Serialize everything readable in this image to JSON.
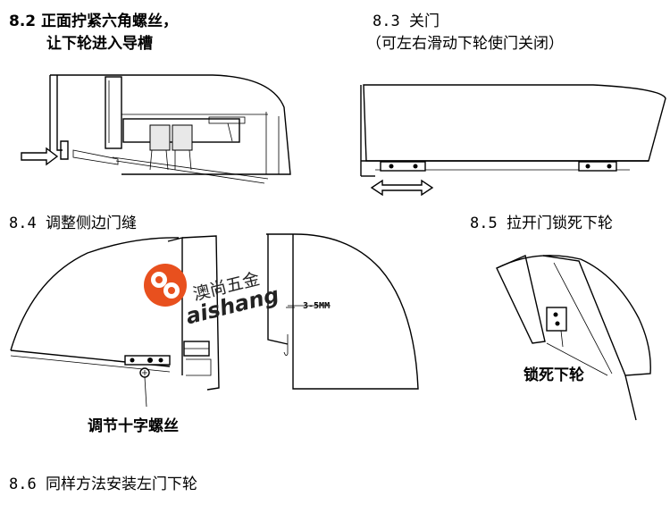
{
  "steps": {
    "s82_line1": "8.2 正面拧紧六角螺丝，",
    "s82_line2": "让下轮进入导槽",
    "s83_title": "8.3 关门",
    "s83_sub": "（可左右滑动下轮使门关闭）",
    "s84_title": "8.4 调整侧边门缝",
    "s85_title": "8.5 拉开门锁死下轮",
    "s86_title": "8.6 同样方法安装左门下轮"
  },
  "callouts": {
    "gap_dimension": "3-5MM",
    "cross_screw": "调节十字螺丝",
    "lock_wheel": "锁死下轮"
  },
  "watermark": {
    "cn": "澳尚五金",
    "en": "aishang",
    "logo_color": "#e8501e"
  }
}
